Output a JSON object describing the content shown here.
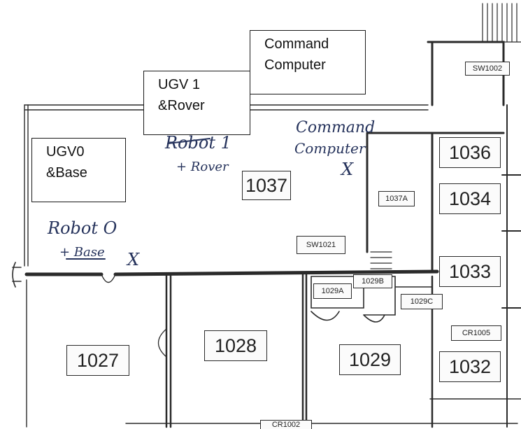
{
  "callouts": {
    "command": [
      "Command",
      "Computer"
    ],
    "ugv1": [
      "UGV 1",
      "&Rover"
    ],
    "ugv0": [
      "UGV0",
      "&Base"
    ]
  },
  "handwriting": {
    "command": [
      "Command",
      "Computer"
    ],
    "robot1": [
      "Robot 1",
      "+ Rover"
    ],
    "robot0": [
      "Robot O",
      "+ Base"
    ],
    "marker": "X"
  },
  "rooms": {
    "r1037": "1037",
    "r1037a": "1037A",
    "r1036": "1036",
    "r1034": "1034",
    "r1033": "1033",
    "r1032": "1032",
    "r1027": "1027",
    "r1028": "1028",
    "r1029": "1029",
    "r1029a": "1029A",
    "r1029b": "1029B",
    "r1029c": "1029C",
    "sw1021": "SW1021",
    "sw1002": "SW1002",
    "cr1005": "CR1005",
    "cr1002": "CR1002"
  },
  "colors": {
    "ink": "#2a2a2a",
    "pen": "#26335c"
  }
}
